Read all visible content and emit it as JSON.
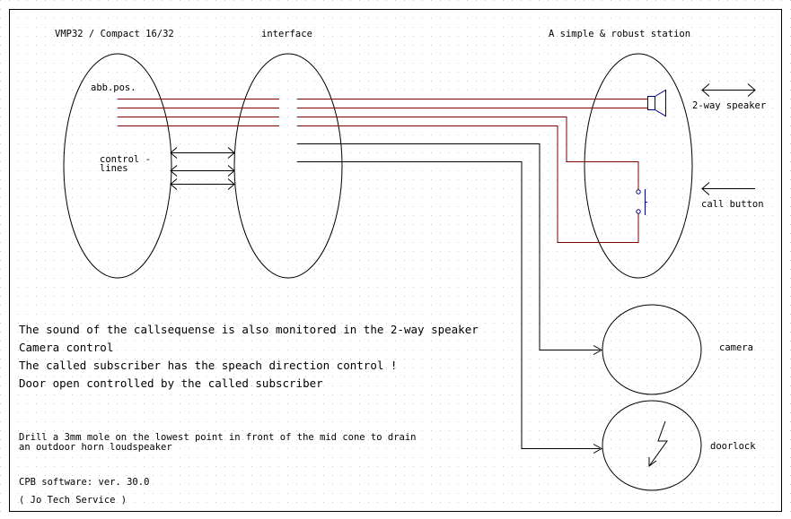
{
  "labels": {
    "vmp_title": "VMP32 / Compact 16/32",
    "interface_title": "interface",
    "station_title": "A simple & robust station",
    "abb_pos": "abb.pos.",
    "control_lines_1": "control -",
    "control_lines_2": "lines",
    "two_way_speaker": "2-way speaker",
    "call_button": "call button",
    "camera": "camera",
    "doorlock": "doorlock"
  },
  "notes": [
    "The sound of the callsequense is also monitored in the 2-way speaker",
    "Camera control",
    "The called subscriber has the speach direction control !",
    "Door open controlled by the called subscriber"
  ],
  "drill_note": [
    "Drill a 3mm mole on the lowest point in front of the mid cone to  drain",
    "an outdoor horn loudspeaker"
  ],
  "footer": {
    "version": "CPB software: ver. 30.0",
    "company": "( Jo Tech Service )"
  },
  "colors": {
    "background": "#ffffff",
    "grid_dot": "#c8c8c8",
    "frame": "#000000",
    "signal_line": "#800000",
    "control_line": "#000000",
    "speaker": "#00007f",
    "button": "#00007f"
  }
}
